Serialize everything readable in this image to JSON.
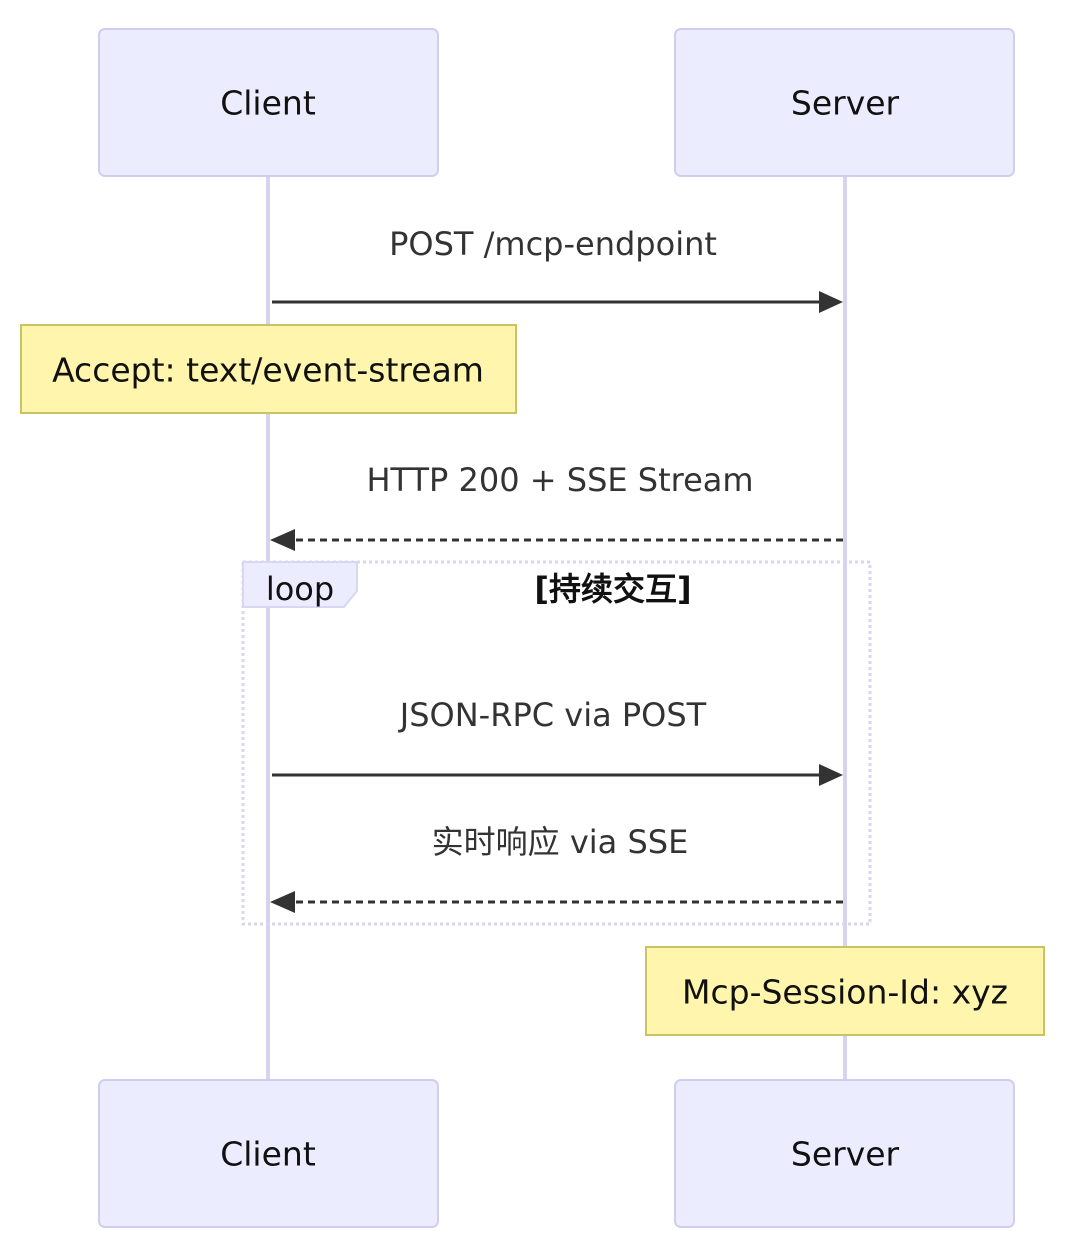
{
  "participants": {
    "client": {
      "label": "Client"
    },
    "server": {
      "label": "Server"
    }
  },
  "messages": [
    {
      "label": "POST /mcp-endpoint",
      "from": "client",
      "to": "server",
      "style": "solid"
    },
    {
      "label": "HTTP 200 + SSE Stream",
      "from": "server",
      "to": "client",
      "style": "dashed"
    },
    {
      "label": "JSON-RPC via POST",
      "from": "client",
      "to": "server",
      "style": "solid"
    },
    {
      "label": "实时响应 via SSE",
      "from": "server",
      "to": "client",
      "style": "dashed"
    }
  ],
  "notes": [
    {
      "label": "Accept: text/event-stream",
      "over": "client"
    },
    {
      "label": "Mcp-Session-Id: xyz",
      "over": "server"
    }
  ],
  "loop": {
    "type_label": "loop",
    "condition": "[持续交互]"
  },
  "colors": {
    "actor_fill": "#ececff",
    "actor_stroke": "#cfcdf0",
    "note_fill": "#fff5ad",
    "note_stroke": "#c9c361",
    "line": "#333333"
  }
}
